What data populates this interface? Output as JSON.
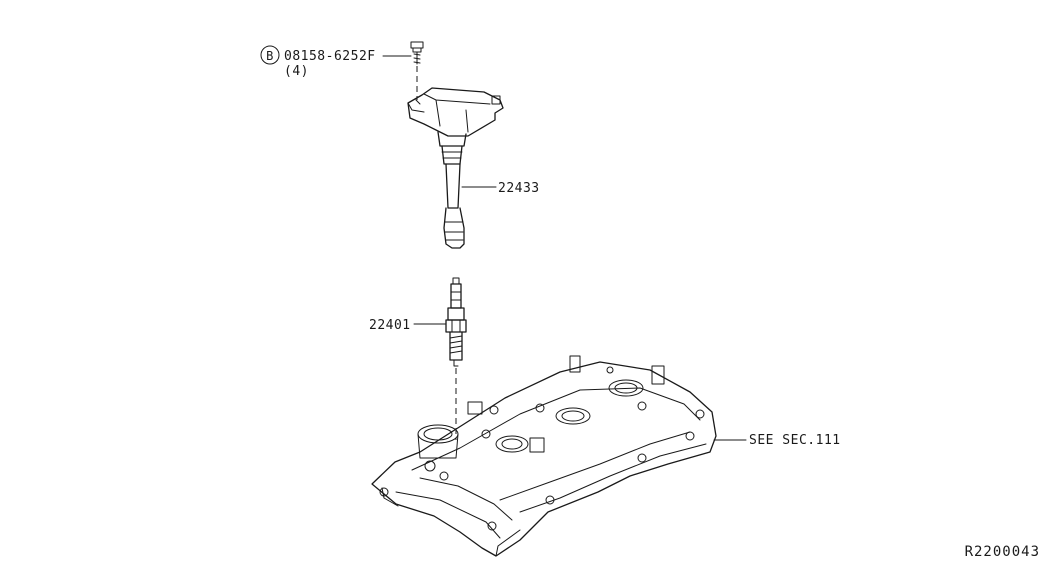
{
  "callouts": {
    "bolt_symbol": "B",
    "bolt_part": "08158-6252F",
    "bolt_qty": "(4)",
    "ignition_coil": "22433",
    "spark_plug": "22401",
    "cover_ref": "SEE SEC.111"
  },
  "diagram_ref": "R2200043",
  "colors": {
    "line": "#1a1a1a",
    "background": "#ffffff"
  }
}
